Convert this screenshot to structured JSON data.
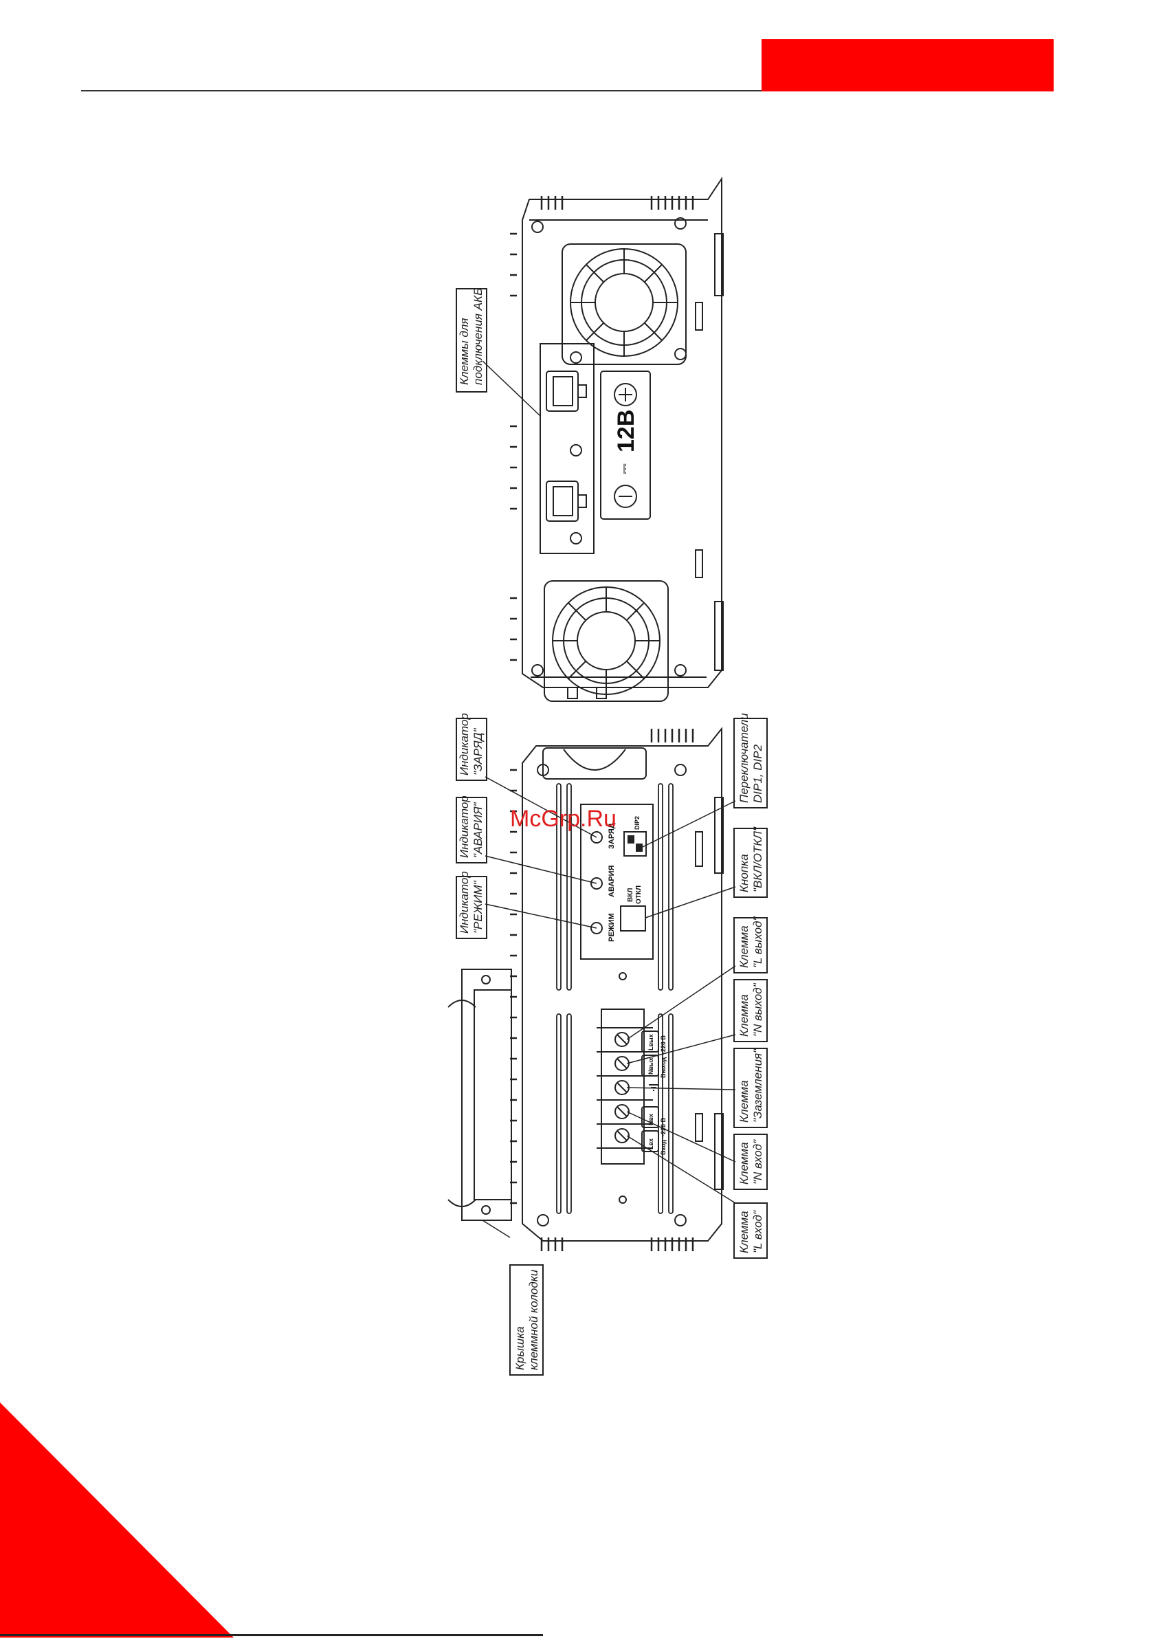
{
  "header": {
    "accent_color": "#ff0000"
  },
  "watermark": "McGrp.Ru",
  "device_top": {
    "voltage_label": "12В",
    "polarity_plus": "+",
    "polarity_minus": "−",
    "dc_symbol": "⎓"
  },
  "panel": {
    "led_mode": "РЕЖИМ",
    "led_fault": "АВАРИЯ",
    "led_charge": "ЗАРЯД",
    "dip_label": "DIP2",
    "button_label_1": "ВКЛ",
    "button_label_2": "ОТКЛ",
    "terminal_in_l": "Lвх",
    "terminal_in_n": "Nвх",
    "terminal_out_n": "Nвых",
    "terminal_out_l": "Lвых",
    "input_text": "Вход ~220 В",
    "output_text": "Выход ~220 В"
  },
  "callouts": {
    "battery_terminals_1": "Клеммы для",
    "battery_terminals_2": "подключения АКБ",
    "ind_charge_1": "Индикатор",
    "ind_charge_2": "\"ЗАРЯД\"",
    "ind_fault_1": "Индикатор",
    "ind_fault_2": "\"АВАРИЯ\"",
    "ind_mode_1": "Индикатор",
    "ind_mode_2": "\"РЕЖИМ\"",
    "dip_1": "Переключатели",
    "dip_2": "DIP1, DIP2",
    "button_1": "Кнопка",
    "button_2": "\"ВКЛ/ОТКЛ\"",
    "l_out_1": "Клемма",
    "l_out_2": "\"L выход\"",
    "n_out_1": "Клемма",
    "n_out_2": "\"N выход\"",
    "ground_1": "Клемма",
    "ground_2": "\"Заземления\"",
    "n_in_1": "Клемма",
    "n_in_2": "\"N вход\"",
    "l_in_1": "Клемма",
    "l_in_2": "\"L вход\"",
    "cover_1": "Крышка",
    "cover_2": "клеммной колодки"
  }
}
